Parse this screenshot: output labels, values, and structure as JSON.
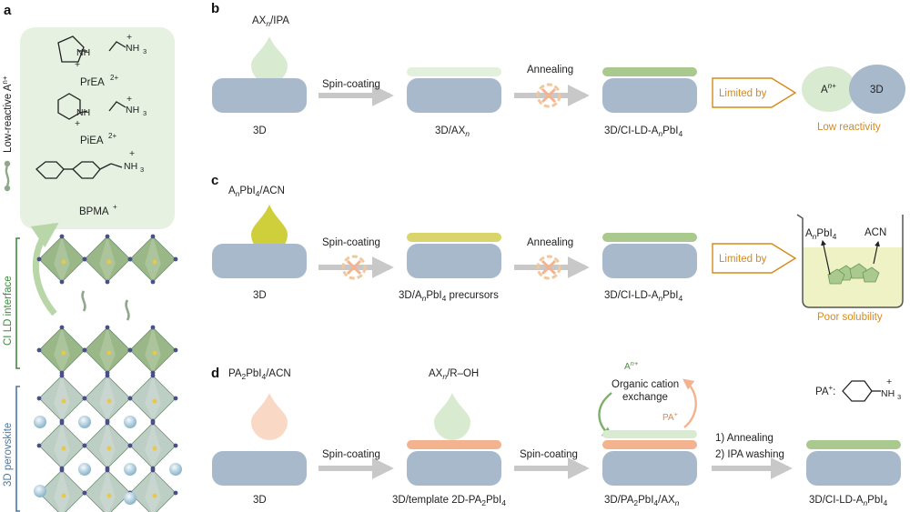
{
  "panels": {
    "a": "a",
    "b": "b",
    "c": "c",
    "d": "d"
  },
  "panel_a": {
    "side_label_top": "Low-reactive A",
    "side_label_top_sup": "n+",
    "side_label_mid": "CI LD interface",
    "side_label_bottom": "3D perovskite",
    "molecules": [
      {
        "name": "PrEA",
        "charge": "2+"
      },
      {
        "name": "PiEA",
        "charge": "2+"
      },
      {
        "name": "BPMA",
        "charge": "+"
      }
    ],
    "nh": "NH",
    "nh3": "NH",
    "three": "3",
    "plus": "+"
  },
  "panel_b": {
    "drop_label_main": "AX",
    "drop_label_sub": "n",
    "drop_label_tail": "/IPA",
    "arrow1": "Spin-coating",
    "arrow2": "Annealing",
    "film1": "3D",
    "film2_main": "3D/AX",
    "film2_sub": "n",
    "film3": "3D/CI-LD-A",
    "limited_by": "Limited by",
    "bubble1": "A",
    "bubble1_sup": "n+",
    "bubble2": "3D",
    "caption": "Low reactivity"
  },
  "panel_c": {
    "drop_label": "A",
    "drop_label_n": "n",
    "drop_label_mid": "PbI",
    "drop_label_4": "4",
    "drop_label_tail": "/ACN",
    "arrow1": "Spin-coating",
    "arrow2": "Annealing",
    "film1": "3D",
    "film2_a": "3D/A",
    "film2_b": " precursors",
    "film3": "3D/CI-LD-A",
    "limited_by": "Limited by",
    "beaker_left": "A",
    "beaker_right": "ACN",
    "caption": "Poor solubility"
  },
  "panel_d": {
    "drop1_a": "PA",
    "drop1_2": "2",
    "drop1_b": "PbI",
    "drop1_4": "4",
    "drop1_c": "/ACN",
    "drop2_a": "AX",
    "drop2_n": "n",
    "drop2_b": "/R–OH",
    "arrow1": "Spin-coating",
    "arrow2": "Spin-coating",
    "exchange_line1": "Organic cation",
    "exchange_line2": "exchange",
    "exchange_an": "A",
    "exchange_an_sup": "n+",
    "exchange_pa": "PA",
    "exchange_pa_sup": "+",
    "step1": "1) Annealing",
    "step2": "2) IPA washing",
    "film1": "3D",
    "film2": "3D/template 2D-PA",
    "film3": "3D/PA",
    "film4": "3D/CI-LD-A",
    "pa_label": "PA",
    "pa_sup": "+",
    "pa_colon": ":",
    "nh3": "NH",
    "three": "3",
    "plus": "+"
  },
  "colors": {
    "film_blue": "#a7b9cb",
    "light_green": "#d8ebd0",
    "mid_green": "#a9c98f",
    "yellow": "#cfcf3c",
    "peach": "#f2b38e",
    "orange": "#d68a1a",
    "arrow_grey": "#c8c8c8",
    "panel_a_bg": "#e6f1e1"
  }
}
